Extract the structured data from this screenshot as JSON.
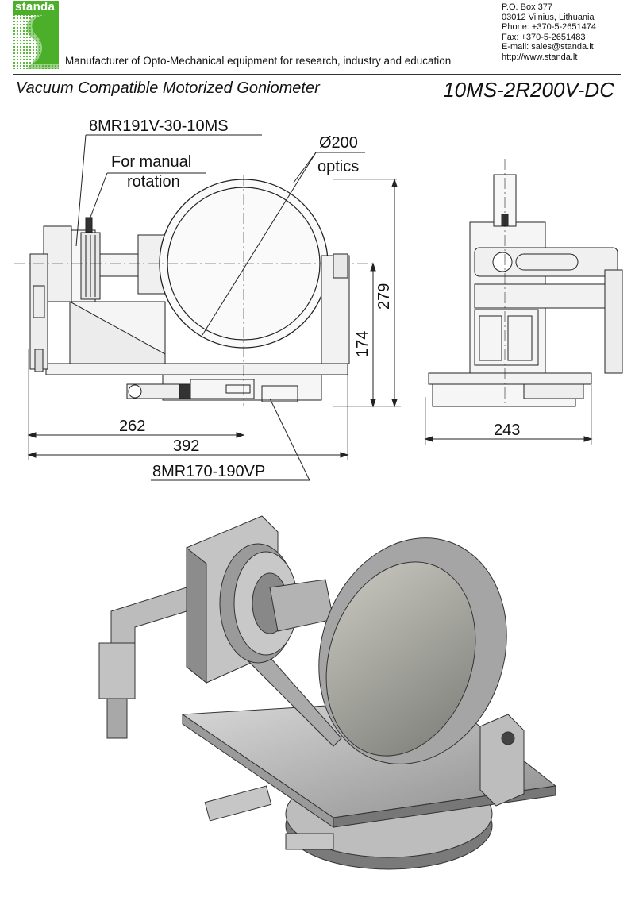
{
  "brand": {
    "logo_text": "standa",
    "tagline": "Manufacturer of Opto-Mechanical equipment for research, industry and education",
    "color": "#4caf2a"
  },
  "contact": {
    "po_box": "P.O. Box 377",
    "city": "03012 Vilnius, Lithuania",
    "phone": "Phone: +370-5-2651474",
    "fax": "Fax: +370-5-2651483",
    "email": "E-mail: sales@standa.lt",
    "web": "http://www.standa.lt"
  },
  "document": {
    "title": "Vacuum Compatible Motorized Goniometer",
    "model": "10MS-2R200V-DC"
  },
  "drawing": {
    "label_top_part": "8MR191V-30-10MS",
    "label_manual_1": "For manual",
    "label_manual_2": "rotation",
    "label_diameter": "Ø200",
    "label_optics": "optics",
    "dim_279": "279",
    "dim_174": "174",
    "dim_262": "262",
    "dim_392": "392",
    "dim_243": "243",
    "label_bottom_part": "8MR170-190VP"
  }
}
